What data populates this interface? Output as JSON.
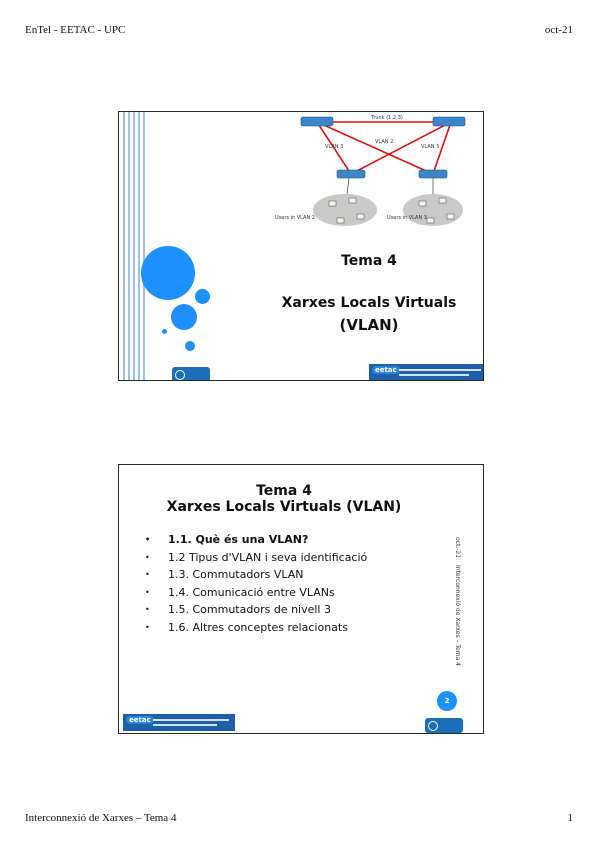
{
  "header": {
    "left": "EnTel - EETAC - UPC",
    "right": "oct-21"
  },
  "footer": {
    "left": "Interconnexió de Xarxes – Tema 4",
    "right": "1"
  },
  "slide1": {
    "title_line1": "Tema 4",
    "title_line2": "Xarxes Locals Virtuals",
    "title_line3": "(VLAN)",
    "network": {
      "trunk_label": "Trunk (1,2,3)",
      "vlan3_label": "VLAN 3",
      "vlan2_label": "VLAN 2",
      "users_left": "Users in VLAN 2",
      "users_right": "Users in VLAN 3"
    }
  },
  "slide2": {
    "title_line1": "Tema 4",
    "title_line2": "Xarxes Locals Virtuals (VLAN)",
    "items": [
      "1.1. Què és una VLAN?",
      "1.2 Tipus d'VLAN i seva identificació",
      "1.3. Commutadors VLAN",
      "1.4. Comunicació entre VLANs",
      "1.5. Commutadors de nivell 3",
      "1.6. Altres conceptes relacionats"
    ],
    "side_date": "oct.-21",
    "side_course": "Interconnexió de Xarxes – Tema 4",
    "page_number": "2"
  },
  "colors": {
    "accent": "#1e90ff",
    "badge": "#1b6fb8",
    "brand": "#1d5fa9"
  }
}
